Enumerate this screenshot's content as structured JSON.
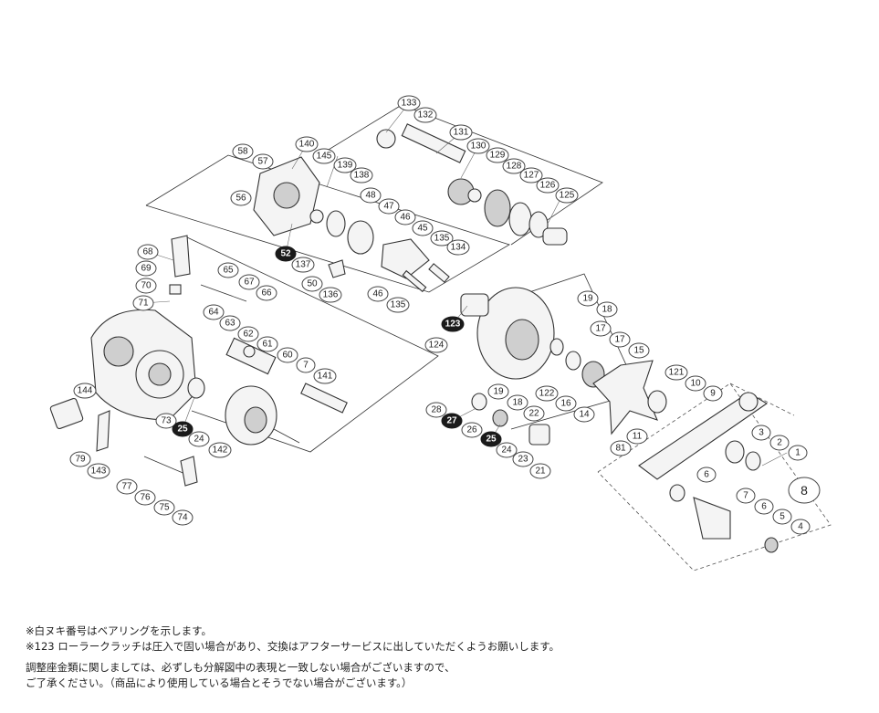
{
  "diagram": {
    "callouts": [
      {
        "id": "133",
        "bearing": false
      },
      {
        "id": "132",
        "bearing": false
      },
      {
        "id": "131",
        "bearing": false
      },
      {
        "id": "130",
        "bearing": false
      },
      {
        "id": "129",
        "bearing": false
      },
      {
        "id": "128",
        "bearing": false
      },
      {
        "id": "127",
        "bearing": false
      },
      {
        "id": "126",
        "bearing": false
      },
      {
        "id": "125",
        "bearing": false
      },
      {
        "id": "140",
        "bearing": false
      },
      {
        "id": "145",
        "bearing": false
      },
      {
        "id": "139",
        "bearing": false
      },
      {
        "id": "138",
        "bearing": false
      },
      {
        "id": "58",
        "bearing": false
      },
      {
        "id": "57",
        "bearing": false
      },
      {
        "id": "56",
        "bearing": false
      },
      {
        "id": "48",
        "bearing": false
      },
      {
        "id": "47",
        "bearing": false
      },
      {
        "id": "46",
        "bearing": false
      },
      {
        "id": "45",
        "bearing": false
      },
      {
        "id": "135",
        "bearing": false
      },
      {
        "id": "134",
        "bearing": false
      },
      {
        "id": "52",
        "bearing": true
      },
      {
        "id": "137",
        "bearing": false
      },
      {
        "id": "50",
        "bearing": false
      },
      {
        "id": "136",
        "bearing": false
      },
      {
        "id": "46",
        "bearing": false
      },
      {
        "id": "135",
        "bearing": false
      },
      {
        "id": "68",
        "bearing": false
      },
      {
        "id": "69",
        "bearing": false
      },
      {
        "id": "70",
        "bearing": false
      },
      {
        "id": "71",
        "bearing": false
      },
      {
        "id": "65",
        "bearing": false
      },
      {
        "id": "67",
        "bearing": false
      },
      {
        "id": "66",
        "bearing": false
      },
      {
        "id": "64",
        "bearing": false
      },
      {
        "id": "63",
        "bearing": false
      },
      {
        "id": "62",
        "bearing": false
      },
      {
        "id": "61",
        "bearing": false
      },
      {
        "id": "60",
        "bearing": false
      },
      {
        "id": "7",
        "bearing": false
      },
      {
        "id": "141",
        "bearing": false
      },
      {
        "id": "144",
        "bearing": false
      },
      {
        "id": "73",
        "bearing": false
      },
      {
        "id": "25",
        "bearing": true
      },
      {
        "id": "24",
        "bearing": false
      },
      {
        "id": "142",
        "bearing": false
      },
      {
        "id": "79",
        "bearing": false
      },
      {
        "id": "143",
        "bearing": false
      },
      {
        "id": "77",
        "bearing": false
      },
      {
        "id": "76",
        "bearing": false
      },
      {
        "id": "75",
        "bearing": false
      },
      {
        "id": "74",
        "bearing": false
      },
      {
        "id": "19",
        "bearing": false
      },
      {
        "id": "18",
        "bearing": false
      },
      {
        "id": "123",
        "bearing": true
      },
      {
        "id": "124",
        "bearing": false
      },
      {
        "id": "17",
        "bearing": false
      },
      {
        "id": "17",
        "bearing": false
      },
      {
        "id": "15",
        "bearing": false
      },
      {
        "id": "122",
        "bearing": false
      },
      {
        "id": "16",
        "bearing": false
      },
      {
        "id": "14",
        "bearing": false
      },
      {
        "id": "121",
        "bearing": false
      },
      {
        "id": "10",
        "bearing": false
      },
      {
        "id": "9",
        "bearing": false
      },
      {
        "id": "19",
        "bearing": false
      },
      {
        "id": "18",
        "bearing": false
      },
      {
        "id": "28",
        "bearing": false
      },
      {
        "id": "27",
        "bearing": true
      },
      {
        "id": "26",
        "bearing": false
      },
      {
        "id": "25",
        "bearing": true
      },
      {
        "id": "24",
        "bearing": false
      },
      {
        "id": "22",
        "bearing": false
      },
      {
        "id": "23",
        "bearing": false
      },
      {
        "id": "21",
        "bearing": false
      },
      {
        "id": "11",
        "bearing": false
      },
      {
        "id": "81",
        "bearing": false
      },
      {
        "id": "3",
        "bearing": false
      },
      {
        "id": "2",
        "bearing": false
      },
      {
        "id": "1",
        "bearing": false
      },
      {
        "id": "8",
        "bearing": false
      },
      {
        "id": "6",
        "bearing": false
      },
      {
        "id": "7",
        "bearing": false
      },
      {
        "id": "6",
        "bearing": false
      },
      {
        "id": "5",
        "bearing": false
      },
      {
        "id": "4",
        "bearing": false
      }
    ]
  },
  "notes": {
    "line1": "※白ヌキ番号はベアリングを示します。",
    "line2": "※123 ローラークラッチは圧入で固い場合があり、交換はアフターサービスに出していただくようお願いします。",
    "line3": "調整座金類に関しましては、必ずしも分解図中の表現と一致しない場合がございますので、",
    "line4": "ご了承ください。（商品により使用している場合とそうでない場合がございます。）"
  }
}
